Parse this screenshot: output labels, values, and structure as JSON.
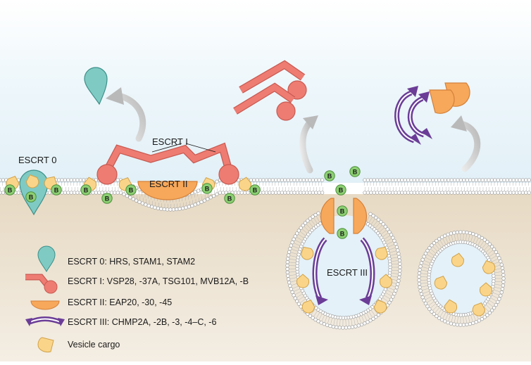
{
  "labels": {
    "escrt0": "ESCRT 0",
    "escrt1": "ESCRT I",
    "escrt2": "ESCRT II",
    "escrt3": "ESCRT III",
    "b": "B"
  },
  "legend": [
    {
      "icon": "escrt0-icon",
      "text": "ESCRT 0: HRS, STAM1, STAM2"
    },
    {
      "icon": "escrt1-icon",
      "text": "ESCRT I: VSP28, -37A, TSG101, MVB12A, -B"
    },
    {
      "icon": "escrt2-icon",
      "text": "ESCRT II: EAP20, -30, -45"
    },
    {
      "icon": "escrt3-icon",
      "text": "ESCRT III: CHMP2A, -2B, -3, -4–C, -6"
    },
    {
      "icon": "vesicle-cargo-icon",
      "text": "Vesicle cargo"
    }
  ],
  "colors": {
    "escrt0": "#7fcbc4",
    "escrt1": "#ee7c72",
    "escrt2": "#f7a85a",
    "escrt3": "#6b3d97",
    "cargo": "#fad589",
    "ubiquitin": "#8ccf72",
    "cytoplasm": "#ede3d2",
    "lumen": "#e4f1f8"
  }
}
